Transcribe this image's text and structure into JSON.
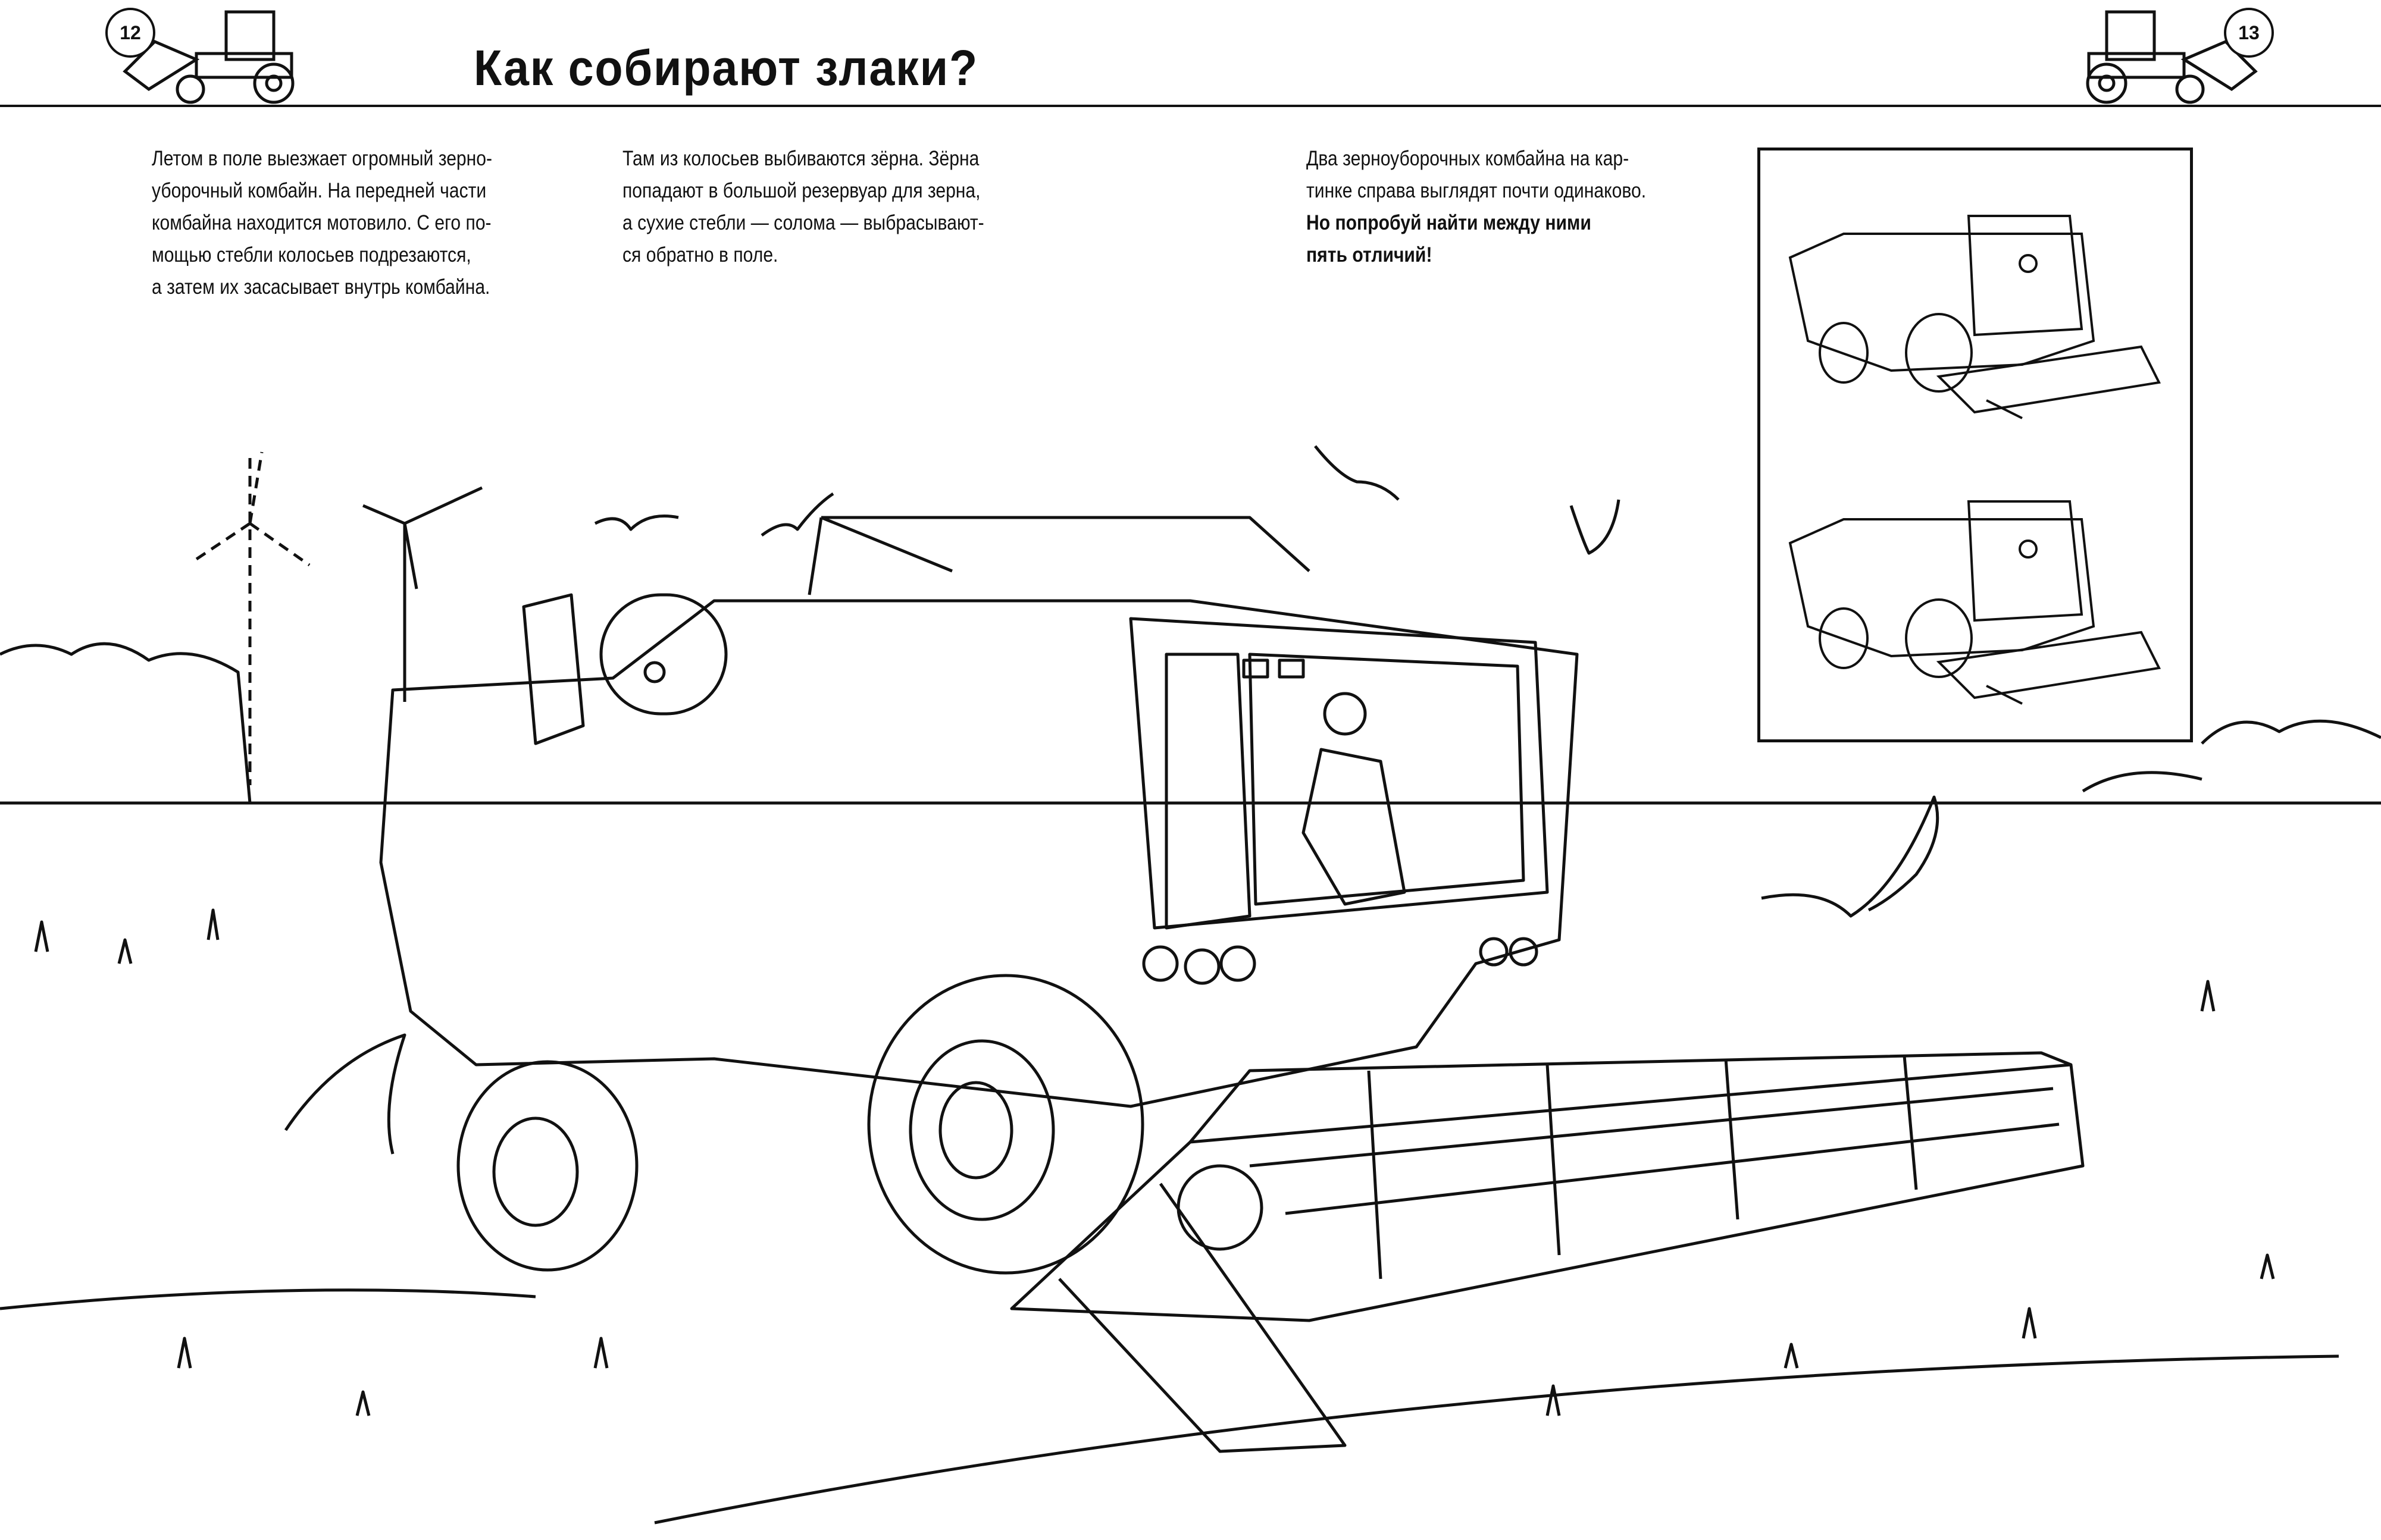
{
  "header": {
    "page_left": "12",
    "page_right": "13",
    "title": "Как собирают злаки?"
  },
  "columns": [
    {
      "lines": [
        "Летом в поле выезжает огромный зерно-",
        "уборочный комбайн. На передней части",
        "комбайна находится мотовило. С его по-",
        "мощью стебли колосьев подрезаются,",
        "а затем их засасывает внутрь комбайна."
      ]
    },
    {
      "lines": [
        "Там из колосьев выбиваются зёрна. Зёрна",
        "попадают в большой резервуар для зерна,",
        "а сухие стебли — солома — выбрасывают-",
        "ся обратно в поле."
      ]
    },
    {
      "lines": [
        "Два зерноуборочных комбайна на кар-",
        "тинке справа выглядят почти одинаково."
      ],
      "bold_lines": [
        "Но попробуй найти между ними",
        "пять отличий!"
      ]
    }
  ]
}
